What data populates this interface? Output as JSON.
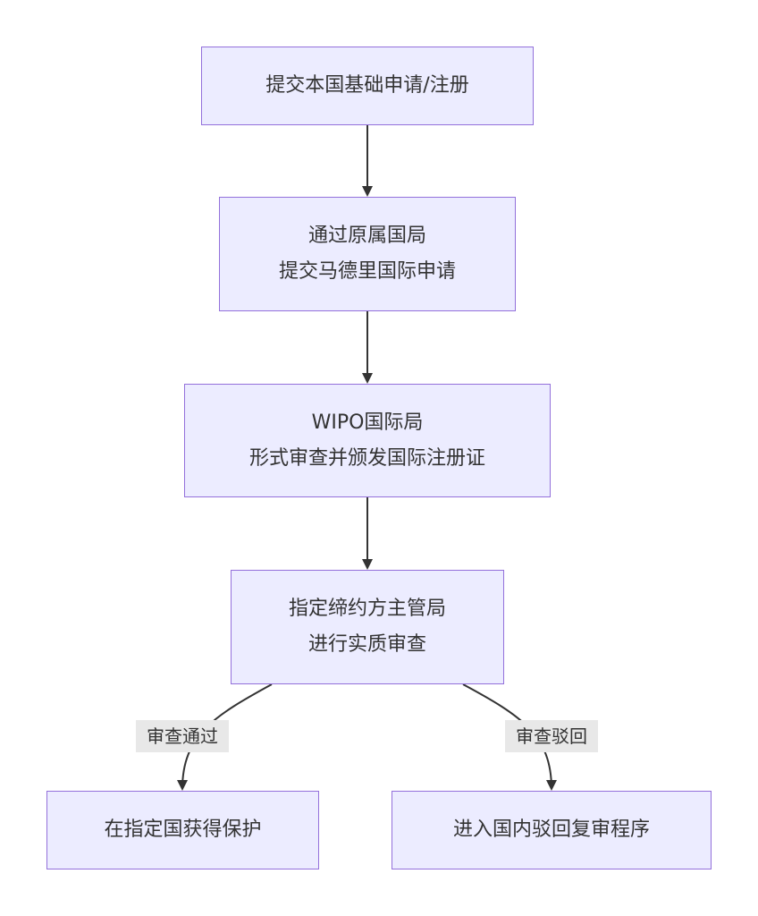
{
  "diagram": {
    "type": "flowchart",
    "colors": {
      "node_fill": "#ececff",
      "node_border": "#9370db",
      "edge": "#333333",
      "text": "#333333",
      "edge_label_bg": "#e8e8e8"
    },
    "nodes": {
      "n1": {
        "lines": [
          "提交本国基础申请/注册"
        ]
      },
      "n2": {
        "lines": [
          "通过原属国局",
          "提交马德里国际申请"
        ]
      },
      "n3": {
        "lines": [
          "WIPO国际局",
          "形式审查并颁发国际注册证"
        ]
      },
      "n4": {
        "lines": [
          "指定缔约方主管局",
          "进行实质审查"
        ]
      },
      "n5": {
        "lines": [
          "在指定国获得保护"
        ]
      },
      "n6": {
        "lines": [
          "进入国内驳回复审程序"
        ]
      }
    },
    "edges": [
      {
        "from": "n1",
        "to": "n2",
        "label": ""
      },
      {
        "from": "n2",
        "to": "n3",
        "label": ""
      },
      {
        "from": "n3",
        "to": "n4",
        "label": ""
      },
      {
        "from": "n4",
        "to": "n5",
        "label": "审查通过"
      },
      {
        "from": "n4",
        "to": "n6",
        "label": "审查驳回"
      }
    ]
  }
}
